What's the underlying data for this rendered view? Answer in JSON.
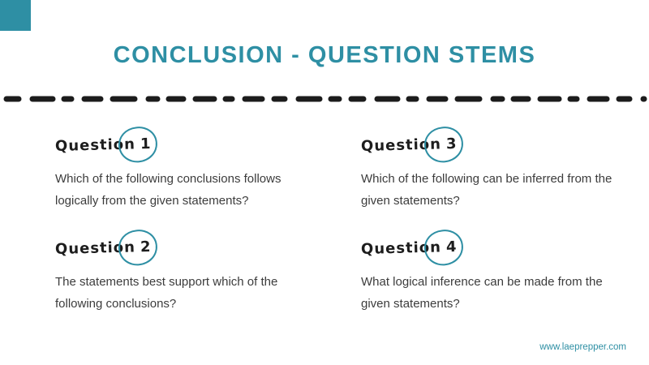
{
  "slide": {
    "title": "CONCLUSION - QUESTION STEMS",
    "footer_url": "www.laeprepper.com"
  },
  "questions": [
    {
      "word": "Question",
      "number": "1",
      "text": "Which of the following conclusions follows logically from the given statements?"
    },
    {
      "word": "Question",
      "number": "2",
      "text": "The statements best support which of the following conclusions?"
    },
    {
      "word": "Question",
      "number": "3",
      "text": "Which of the following can be inferred from the given statements?"
    },
    {
      "word": "Question",
      "number": "4",
      "text": "What logical inference can be made from the given statements?"
    }
  ],
  "colors": {
    "accent": "#2e8fa4",
    "ink": "#1d1d1d",
    "body_text": "#3c3c3c",
    "dash": "#1c1c1c"
  }
}
